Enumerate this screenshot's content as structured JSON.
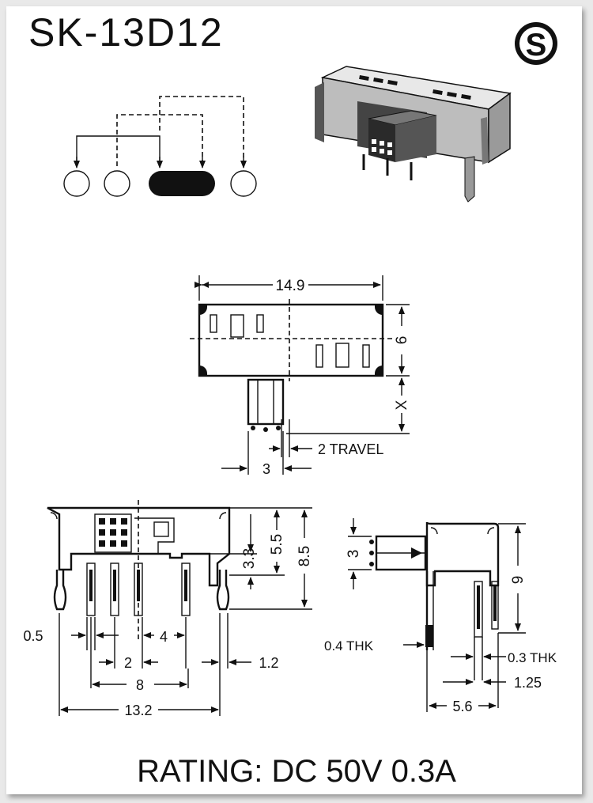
{
  "header": {
    "model": "SK-13D12",
    "logo_letter": "S"
  },
  "footer": {
    "rating": "RATING: DC 50V 0.3A"
  },
  "top_view": {
    "width": "14.9",
    "height": "6",
    "extension": "X",
    "travel": "2 TRAVEL",
    "pitch": "3"
  },
  "front_view": {
    "h1": "3.3",
    "h2": "5.5",
    "h3": "8.5",
    "d_05": "0.5",
    "d_4": "4",
    "d_2": "2",
    "d_12": "1.2",
    "d_8": "8",
    "d_132": "13.2"
  },
  "side_view": {
    "actuator": "3",
    "height": "9",
    "thk1": "0.4 THK",
    "thk2": "0.3 THK",
    "pin": "1.25",
    "width": "5.6"
  },
  "icons": [
    "s-logo-icon",
    "arrow-icon"
  ]
}
